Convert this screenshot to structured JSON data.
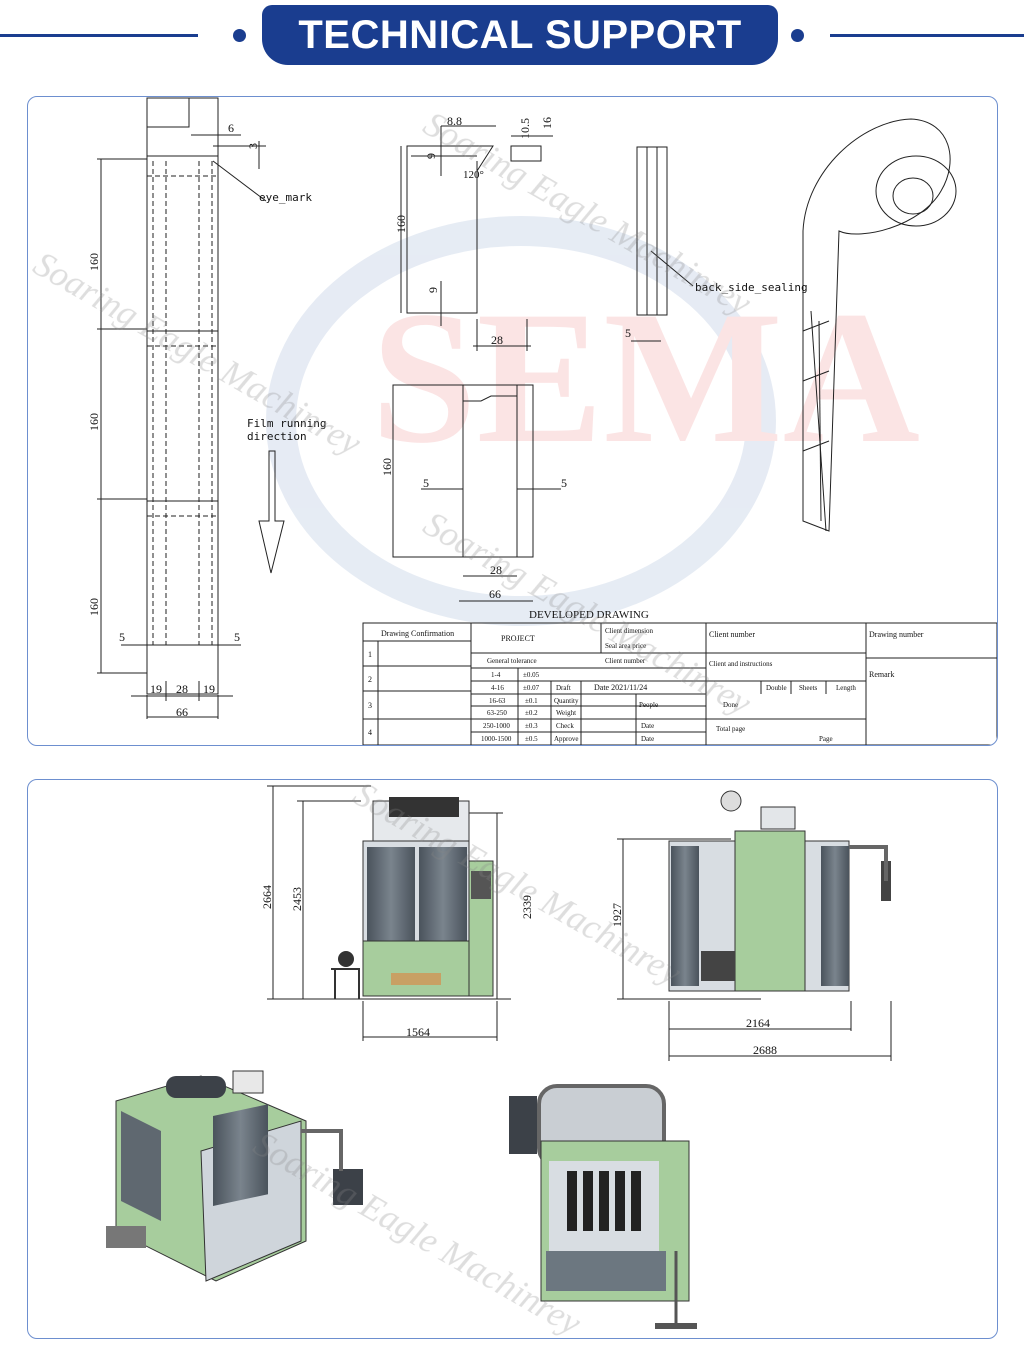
{
  "banner": {
    "title": "TECHNICAL SUPPORT"
  },
  "colors": {
    "brand_blue": "#1a3d8f",
    "panel_border": "#6d8fcf",
    "machine_green": "#a7cd9d",
    "machine_dark": "#55606a"
  },
  "watermark": {
    "text": "Soaring Eagle Machinrey",
    "logo_text": "SEMA"
  },
  "drawing": {
    "dims": {
      "d160": "160",
      "d6": "6",
      "d3": "3",
      "d5": "5",
      "d19": "19",
      "d28": "28",
      "d66": "66",
      "d88": "8.8",
      "d105": "10.5",
      "d16": "16",
      "d9": "9",
      "d120": "120°"
    },
    "labels": {
      "eye_mark": "eye_mark",
      "film_line1": "Film running",
      "film_line2": "direction",
      "back_side": "back_side_sealing",
      "developed": "DEVELOPED DRAWING"
    },
    "table": {
      "drawing_confirmation": "Drawing Confirmation",
      "project": "PROJECT",
      "client_dimension": "Client dimension",
      "seal_area_price": "Seal area price",
      "client_number_1": "Client number",
      "client_number_2": "Client number",
      "client_and_instructions": "Client and instructions",
      "drawing_number": "Drawing number",
      "remark": "Remark",
      "general_tolerance": "General tolerance",
      "rows": [
        "1",
        "2",
        "3",
        "4"
      ],
      "tol_ranges": [
        "1-4",
        "4-16",
        "16-63",
        "63-250",
        "250-1000",
        "1000-1500"
      ],
      "tol_values": [
        "±0.05",
        "±0.07",
        "±0.1",
        "±0.2",
        "±0.3",
        "±0.5"
      ],
      "fields": [
        "Draft",
        "Quantity",
        "Weight",
        "Check",
        "Approve"
      ],
      "date_value": "Date 2021/11/24",
      "people": "People",
      "date_1": "Date",
      "date_2": "Date",
      "done": "Done",
      "total_page": "Total page",
      "page": "Page",
      "cols": [
        "Double",
        "Sheets",
        "Length"
      ]
    }
  },
  "machine": {
    "dims": {
      "h2664": "2664",
      "h2453": "2453",
      "h2339": "2339",
      "w1564": "1564",
      "h1927": "1927",
      "w2164": "2164",
      "w2688": "2688"
    }
  }
}
